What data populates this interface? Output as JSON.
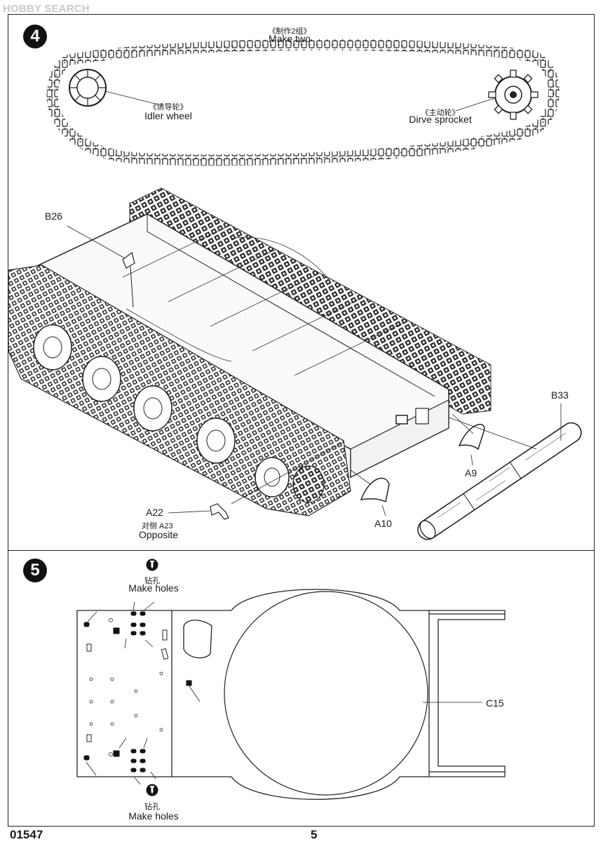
{
  "watermark": "HOBBY SEARCH",
  "step4": {
    "number": "4",
    "make_two_cn": "《制作2组》",
    "make_two": "Make two",
    "idler_cn": "《诱导轮》",
    "idler": "Idler wheel",
    "sprocket_cn": "《主动轮》",
    "sprocket": "Dirve sprocket",
    "parts": {
      "b26": "B26",
      "b33": "B33",
      "a9": "A9",
      "a10": "A10",
      "a22": "A22",
      "a23_cn": "对侧 A23",
      "opposite": "Opposite"
    }
  },
  "step5": {
    "number": "5",
    "drill_cn_top": "钻孔",
    "make_holes_top": "Make holes",
    "drill_cn_bottom": "钻孔",
    "make_holes_bottom": "Make holes",
    "part_c15": "C15"
  },
  "footer": {
    "catalog_number": "01547",
    "page_number": "5"
  },
  "icons": {
    "drill": "drill-icon",
    "step": "step-number-badge"
  }
}
